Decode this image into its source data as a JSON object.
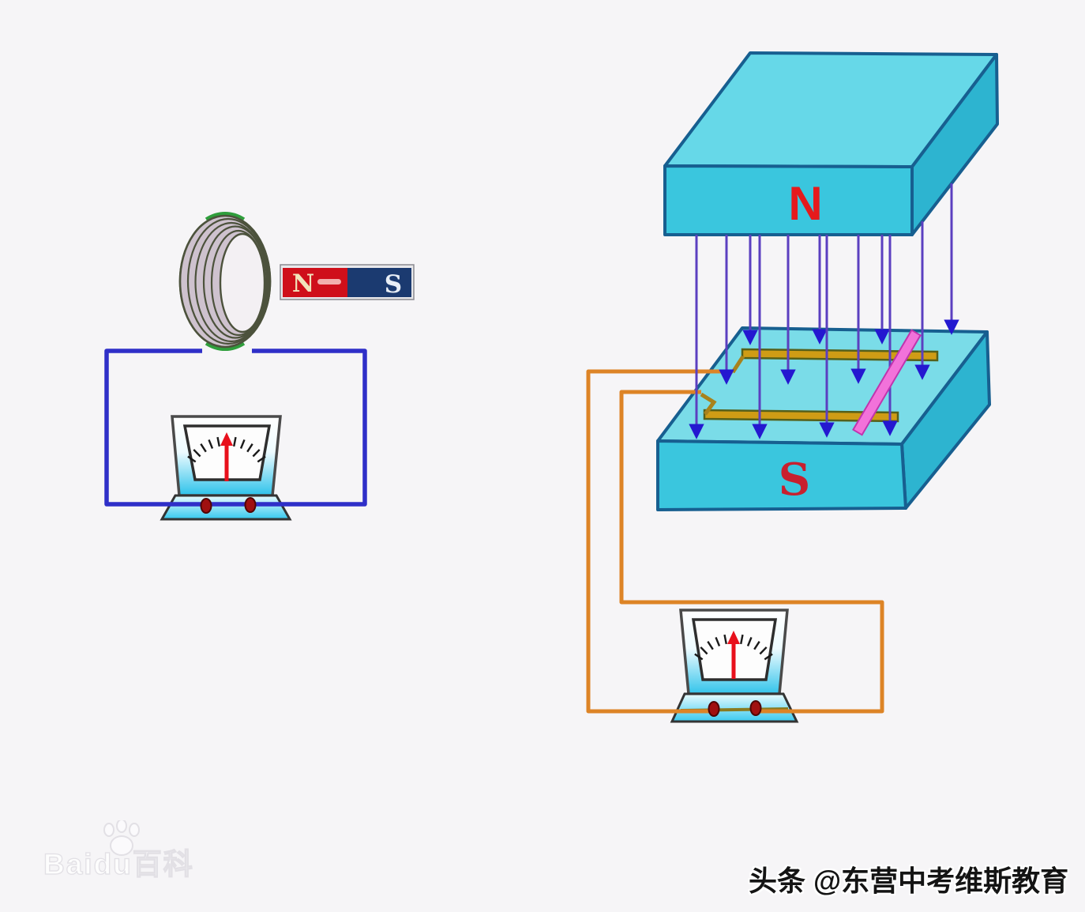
{
  "left_diagram": {
    "name": "coil and bar magnet induction experiment",
    "bar_magnet": {
      "north_label": "N",
      "south_label": "S"
    }
  },
  "right_diagram": {
    "name": "rod on rails between magnet poles experiment",
    "top_magnet_label": "N",
    "bottom_magnet_label": "S"
  },
  "watermarks": {
    "baidu_logo_text": "Baidu百科",
    "credit_text": "头条 @东营中考维斯教育"
  },
  "colors": {
    "background": "#f6f5f7",
    "magnet_cyan_front": "#3ac6de",
    "magnet_cyan_top": "#6fd9e8",
    "magnet_cyan_side": "#2db4d0",
    "magnet_edge": "#175f90",
    "north_label_red": "#e51a1c",
    "south_label_red": "#c7202e",
    "field_line_purple": "#5b3fc0",
    "field_arrow_blue": "#2418d0",
    "orange_wire": "#dd8426",
    "blue_wire": "#2f2fc8",
    "rail_gold": "#cf9c15",
    "rod_pink": "#f272da",
    "galvo_needle_red": "#e8101c",
    "galvo_cyan": "#2cc2ea",
    "bar_magnet_red": "#cf0f1a",
    "bar_magnet_navy": "#1b3a70",
    "coil_body": "#cec2ce"
  }
}
